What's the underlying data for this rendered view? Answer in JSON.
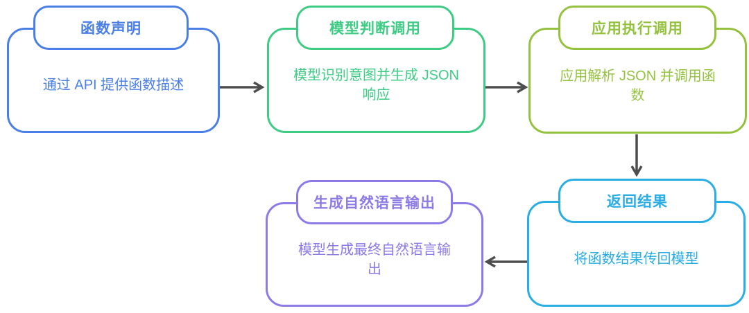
{
  "diagram": {
    "type": "flowchart",
    "background": "#ffffff",
    "arrow_color": "#4d4d4d",
    "nodes": [
      {
        "id": "function-declaration",
        "title": "函数声明",
        "body": "通过 API 提供函数描述",
        "color": "#4a7fe8"
      },
      {
        "id": "model-decides-call",
        "title": "模型判断调用",
        "body": "模型识别意图并生成 JSON\n响应",
        "color": "#3ecc85"
      },
      {
        "id": "app-executes-call",
        "title": "应用执行调用",
        "body": "应用解析 JSON 并调用函\n数",
        "color": "#94c23e"
      },
      {
        "id": "return-result",
        "title": "返回结果",
        "body": "将函数结果传回模型",
        "color": "#29ade4"
      },
      {
        "id": "natural-language-output",
        "title": "生成自然语言输出",
        "body": "模型生成最终自然语言输\n出",
        "color": "#8b7ae8"
      }
    ],
    "edges": [
      {
        "from": "function-declaration",
        "to": "model-decides-call",
        "direction": "right"
      },
      {
        "from": "model-decides-call",
        "to": "app-executes-call",
        "direction": "right"
      },
      {
        "from": "app-executes-call",
        "to": "return-result",
        "direction": "down"
      },
      {
        "from": "return-result",
        "to": "natural-language-output",
        "direction": "left"
      }
    ]
  }
}
